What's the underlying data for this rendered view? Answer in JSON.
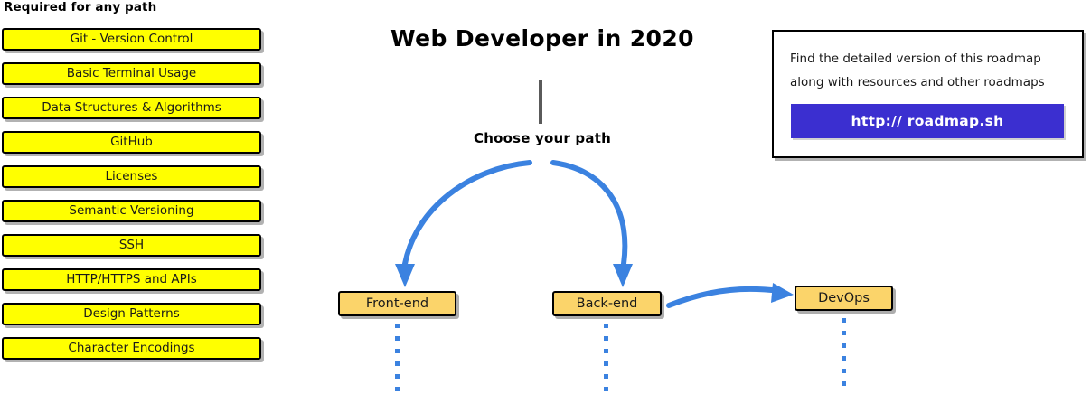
{
  "page": {
    "title": "Web Developer in 2020",
    "background": "#ffffff"
  },
  "colors": {
    "required_box_fill": "#ffff00",
    "path_box_fill": "#fbd46a",
    "arrow_blue": "#3b82e0",
    "link_button_blue": "#3b2fd0",
    "stem_gray": "#5a5a5a",
    "outline_black": "#000000"
  },
  "required_section": {
    "heading": "Required for any path",
    "items": [
      {
        "label": "Git - Version Control"
      },
      {
        "label": "Basic Terminal Usage"
      },
      {
        "label": "Data Structures & Algorithms"
      },
      {
        "label": "GitHub"
      },
      {
        "label": "Licenses"
      },
      {
        "label": "Semantic Versioning"
      },
      {
        "label": "SSH"
      },
      {
        "label": "HTTP/HTTPS and APIs"
      },
      {
        "label": "Design Patterns"
      },
      {
        "label": "Character Encodings"
      }
    ]
  },
  "flow": {
    "choose_label": "Choose your path",
    "paths": [
      {
        "label": "Front-end"
      },
      {
        "label": "Back-end"
      },
      {
        "label": "DevOps"
      }
    ]
  },
  "info_card": {
    "line1": "Find the detailed version of this roadmap",
    "line2": "along with resources and other roadmaps",
    "link_label": "http:// roadmap.sh"
  }
}
